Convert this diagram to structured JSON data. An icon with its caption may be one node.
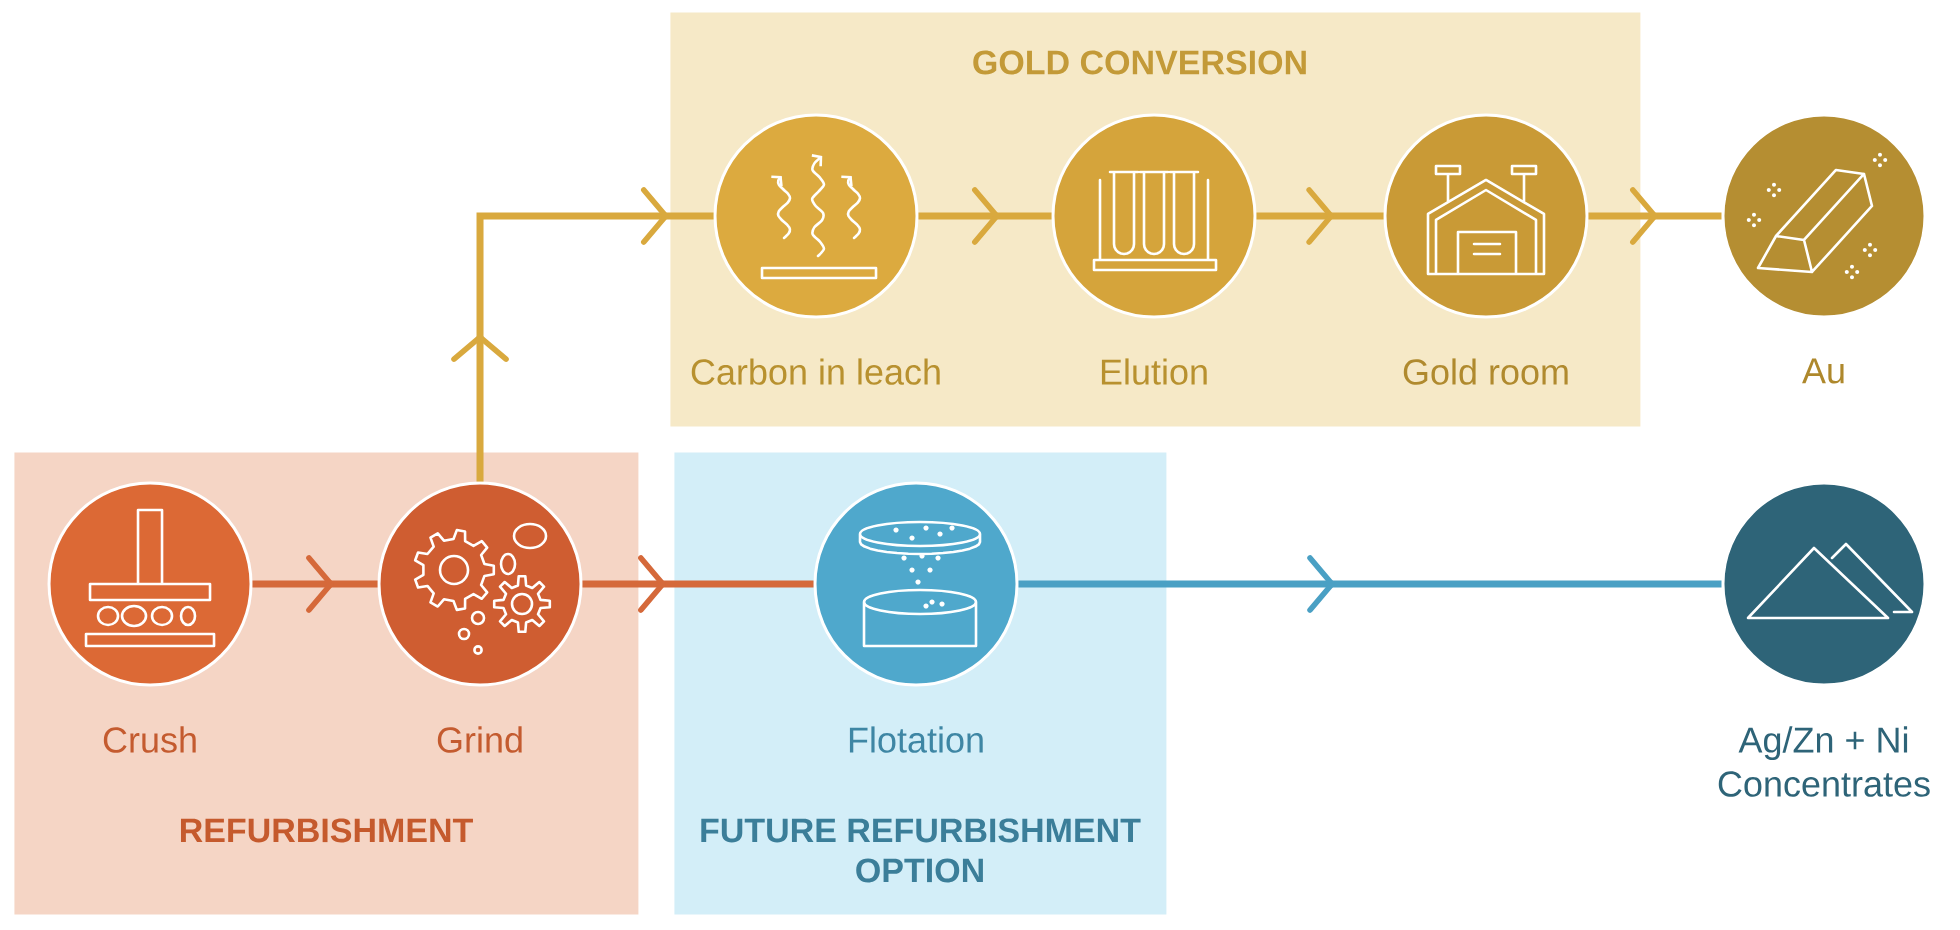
{
  "diagram": {
    "nodes": [
      {
        "text": [
          "GOLD CONVERSION"
        ]
      },
      {
        "text": [
          "Carbon in leach"
        ],
        "in": 0
      },
      {
        "text": [
          "Elution"
        ],
        "in": 0
      },
      {
        "text": [
          "Gold room"
        ],
        "in": 0
      },
      {
        "text": [
          "Au"
        ]
      },
      {
        "text": [
          "REFURBISHMENT"
        ]
      },
      {
        "text": [
          "Crush"
        ],
        "in": 5
      },
      {
        "text": [
          "Grind"
        ],
        "in": 5
      },
      {
        "text": [
          "FUTURE REFURBISHMENT OPTION"
        ]
      },
      {
        "text": [
          "Flotation"
        ],
        "in": 8
      },
      {
        "text": [
          "Ag/Zn + Ni Concentrates"
        ]
      }
    ],
    "edges": [
      {
        "from": 6,
        "to": 7,
        "arrow": "to",
        "color": "#d5693a"
      },
      {
        "from": 7,
        "to": 1,
        "arrow": "to"
      },
      {
        "from": 1,
        "to": 2,
        "arrow": "to"
      },
      {
        "from": 2,
        "to": 3,
        "arrow": "to"
      },
      {
        "from": 3,
        "to": 4,
        "arrow": "to"
      },
      {
        "from": 7,
        "to": 9,
        "arrow": "to",
        "color": "#d5693a"
      },
      {
        "from": 9,
        "to": 10,
        "arrow": "to",
        "color": "#4aa0c4"
      }
    ]
  }
}
